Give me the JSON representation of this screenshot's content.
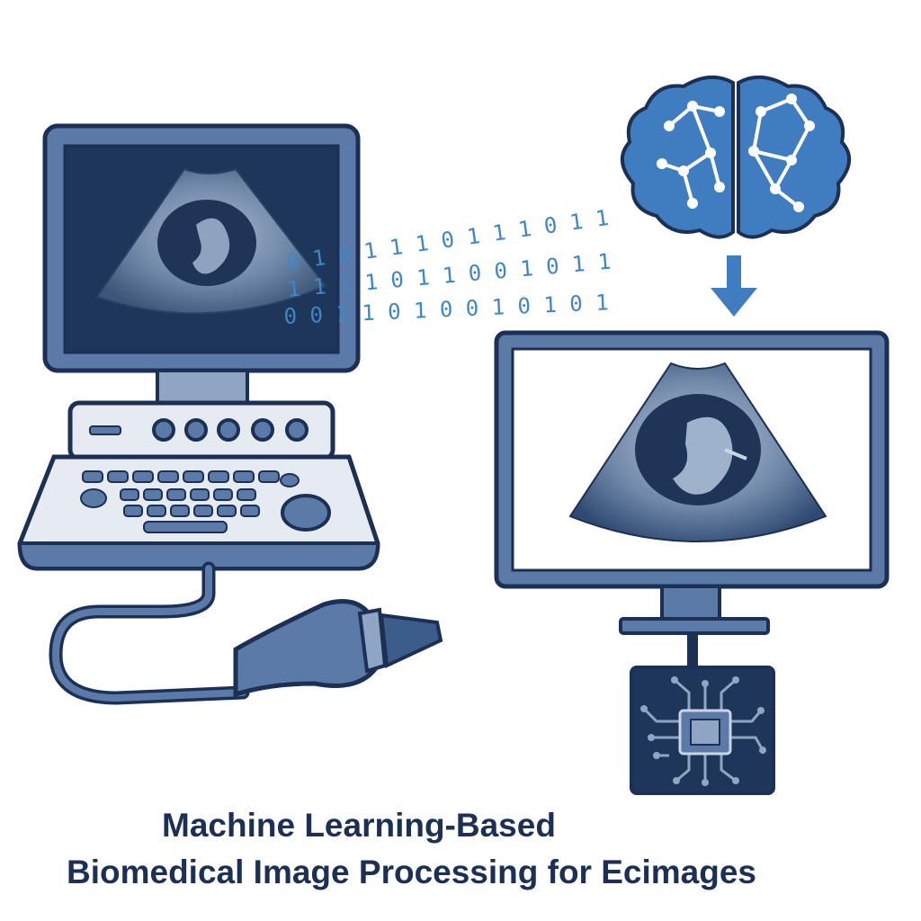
{
  "binary_lines": [
    "0 1 0 1 1 1 0 1 1 1 0 1 1",
    "1 1 1 1 0 1 1 0 0 1 0 1 1",
    "0 0 1 1 0 1 0 0 1 0 1 0 1"
  ],
  "title": {
    "line1": "Machine Learning-Based",
    "line2": "Biomedical Image Processing for Ecimages"
  },
  "colors": {
    "navy": "#1c2f55",
    "steel": "#5b7aa8",
    "light_panel": "#e6ebf2",
    "brain_blue": "#3f7cc0",
    "binary_blue": "#3f86c6",
    "screen_dark": "#1d3659"
  },
  "icons": [
    "ultrasound-machine",
    "ultrasound-probe",
    "brain-network-icon",
    "arrow-down-icon",
    "monitor",
    "processor-chip-icon"
  ]
}
